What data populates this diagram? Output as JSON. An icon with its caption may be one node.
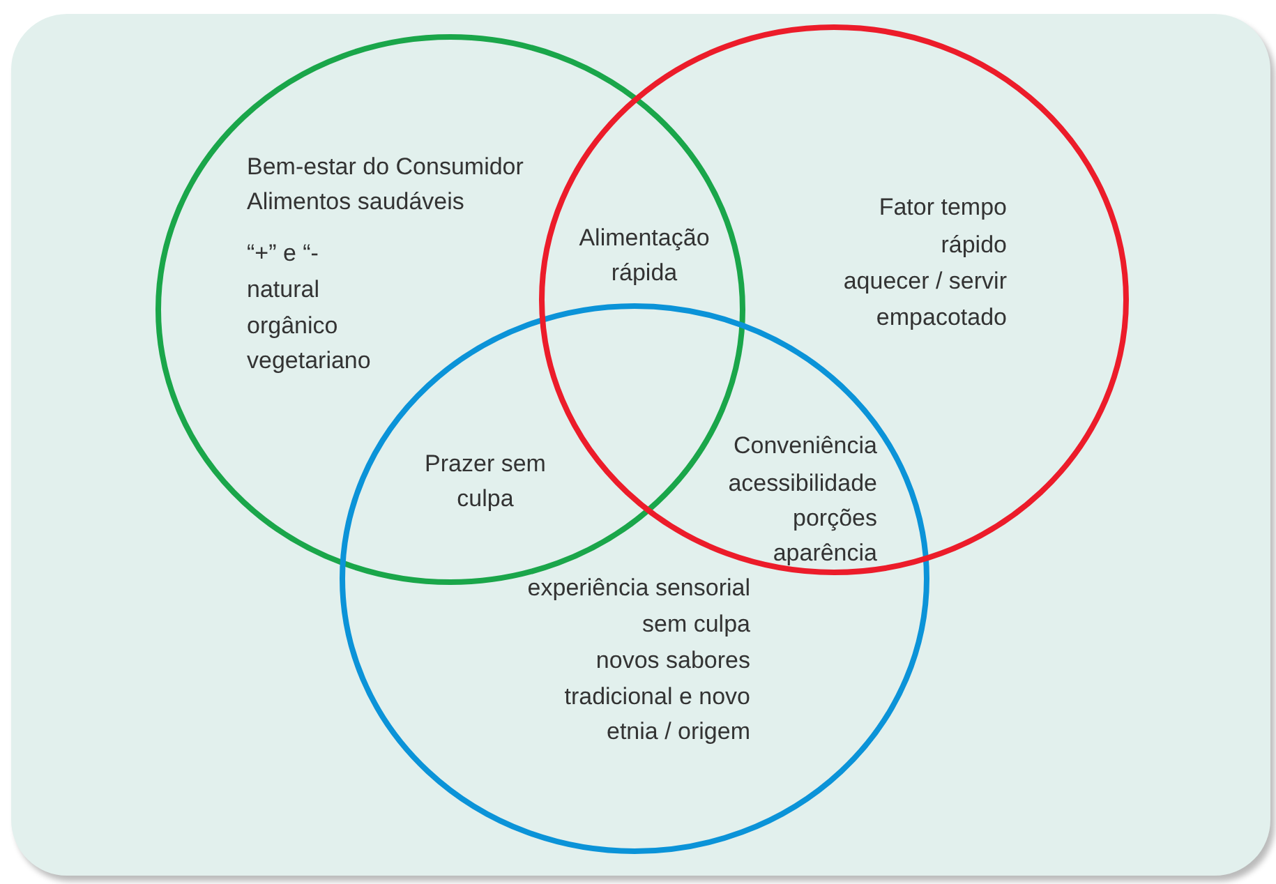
{
  "diagram": {
    "nodes": [
      {
        "text": [
          "Bem-estar do Consumidor",
          "Alimentos saudáveis",
          "“+” e “-",
          "natural",
          "orgânico",
          "vegetariano"
        ]
      },
      {
        "text": [
          "Fator tempo",
          "rápido",
          "aquecer /  servir",
          "empacotado"
        ]
      },
      {
        "text": [
          "experiência sensorial",
          "sem culpa",
          "novos sabores",
          "tradicional e novo",
          "etnia / origem"
        ]
      }
    ],
    "labels": [
      "Alimentação rápida",
      "Prazer sem culpa",
      "Conveniência",
      "acessibilidade",
      "porções",
      "aparência"
    ]
  }
}
